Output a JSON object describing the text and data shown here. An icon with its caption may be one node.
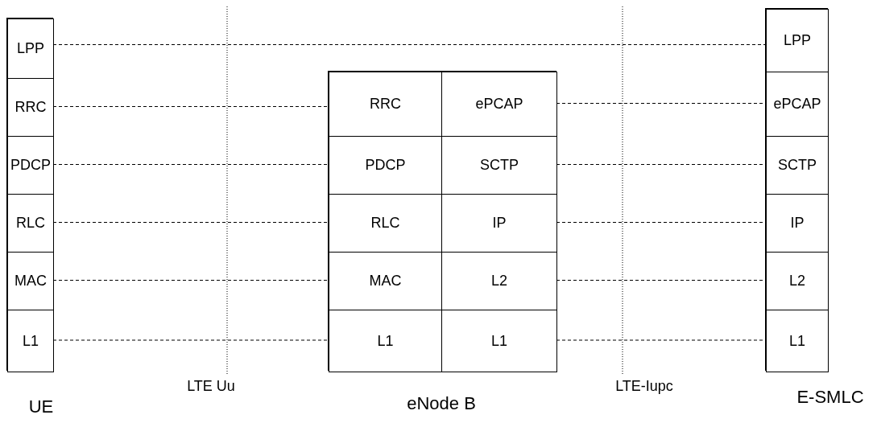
{
  "diagram": {
    "nodes": [
      {
        "text": [
          "UE"
        ]
      },
      {
        "text": [
          "LPP"
        ],
        "in": 0
      },
      {
        "text": [
          "RRC"
        ],
        "in": 0
      },
      {
        "text": [
          "PDCP"
        ],
        "in": 0
      },
      {
        "text": [
          "RLC"
        ],
        "in": 0
      },
      {
        "text": [
          "MAC"
        ],
        "in": 0
      },
      {
        "text": [
          "L1"
        ],
        "in": 0
      },
      {
        "text": [
          "eNode B"
        ]
      },
      {
        "text": [
          "RRC"
        ],
        "in": 7
      },
      {
        "text": [
          "PDCP"
        ],
        "in": 7
      },
      {
        "text": [
          "RLC"
        ],
        "in": 7
      },
      {
        "text": [
          "MAC"
        ],
        "in": 7
      },
      {
        "text": [
          "L1"
        ],
        "in": 7
      },
      {
        "text": [
          "ePCAP"
        ],
        "in": 7
      },
      {
        "text": [
          "SCTP"
        ],
        "in": 7
      },
      {
        "text": [
          "IP"
        ],
        "in": 7
      },
      {
        "text": [
          "L2"
        ],
        "in": 7
      },
      {
        "text": [
          "L1"
        ],
        "in": 7
      },
      {
        "text": [
          "E-SMLC"
        ]
      },
      {
        "text": [
          "LPP"
        ],
        "in": 18
      },
      {
        "text": [
          "ePCAP"
        ],
        "in": 18
      },
      {
        "text": [
          "SCTP"
        ],
        "in": 18
      },
      {
        "text": [
          "IP"
        ],
        "in": 18
      },
      {
        "text": [
          "L2"
        ],
        "in": 18
      },
      {
        "text": [
          "L1"
        ],
        "in": 18
      }
    ],
    "edges": [
      {
        "from": 1,
        "to": 19,
        "arrow": "none",
        "style": "dashed"
      },
      {
        "from": 2,
        "to": 8,
        "arrow": "none",
        "style": "dashed"
      },
      {
        "from": 3,
        "to": 9,
        "arrow": "none",
        "style": "dashed"
      },
      {
        "from": 4,
        "to": 10,
        "arrow": "none",
        "style": "dashed"
      },
      {
        "from": 5,
        "to": 11,
        "arrow": "none",
        "style": "dashed"
      },
      {
        "from": 6,
        "to": 12,
        "arrow": "none",
        "style": "dashed"
      },
      {
        "from": 13,
        "to": 20,
        "arrow": "none",
        "style": "dashed"
      },
      {
        "from": 14,
        "to": 21,
        "arrow": "none",
        "style": "dashed"
      },
      {
        "from": 15,
        "to": 22,
        "arrow": "none",
        "style": "dashed"
      },
      {
        "from": 16,
        "to": 23,
        "arrow": "none",
        "style": "dashed"
      },
      {
        "from": 17,
        "to": 24,
        "arrow": "none",
        "style": "dashed"
      }
    ],
    "labels": [
      "LTE Uu",
      "LTE-Iupc"
    ]
  }
}
